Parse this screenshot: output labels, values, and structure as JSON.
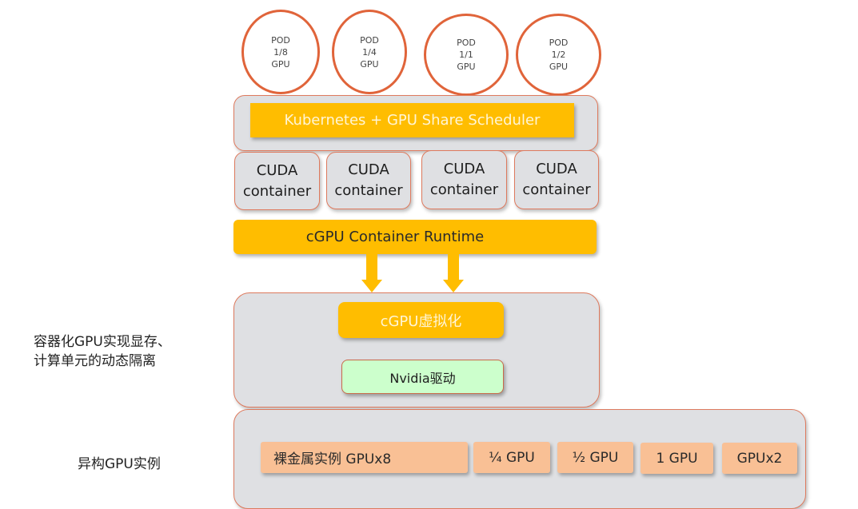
{
  "pods": [
    {
      "line1": "POD",
      "line2": "1/8",
      "line3": "GPU"
    },
    {
      "line1": "POD",
      "line2": "1/4",
      "line3": "GPU"
    },
    {
      "line1": "POD",
      "line2": "1/1",
      "line3": "GPU"
    },
    {
      "line1": "POD",
      "line2": "1/2",
      "line3": "GPU"
    }
  ],
  "scheduler": {
    "label": "Kubernetes + GPU Share Scheduler"
  },
  "containers": [
    {
      "line1": "CUDA",
      "line2": "container"
    },
    {
      "line1": "CUDA",
      "line2": "container"
    },
    {
      "line1": "CUDA",
      "line2": "container"
    },
    {
      "line1": "CUDA",
      "line2": "container"
    }
  ],
  "runtime": {
    "label": "cGPU Container Runtime"
  },
  "virtualization": {
    "cgpu_label": "cGPU虚拟化",
    "driver_label": "Nvidia驱动",
    "side_label_line1": "容器化GPU实现显存、",
    "side_label_line2": "计算单元的动态隔离"
  },
  "instances": {
    "side_label": "异构GPU实例",
    "items": [
      {
        "label": "裸金属实例 GPUx8"
      },
      {
        "label": "¼ GPU"
      },
      {
        "label": "½ GPU"
      },
      {
        "label": "1 GPU"
      },
      {
        "label": "GPUx2"
      }
    ]
  },
  "colors": {
    "pod_border": "#e0643a",
    "panel_fill": "#dfe0e3",
    "panel_border": "#de7a5e",
    "accent_yellow": "#ffbd00",
    "driver_green": "#ccffcc",
    "instance_peach": "#f9c095"
  }
}
